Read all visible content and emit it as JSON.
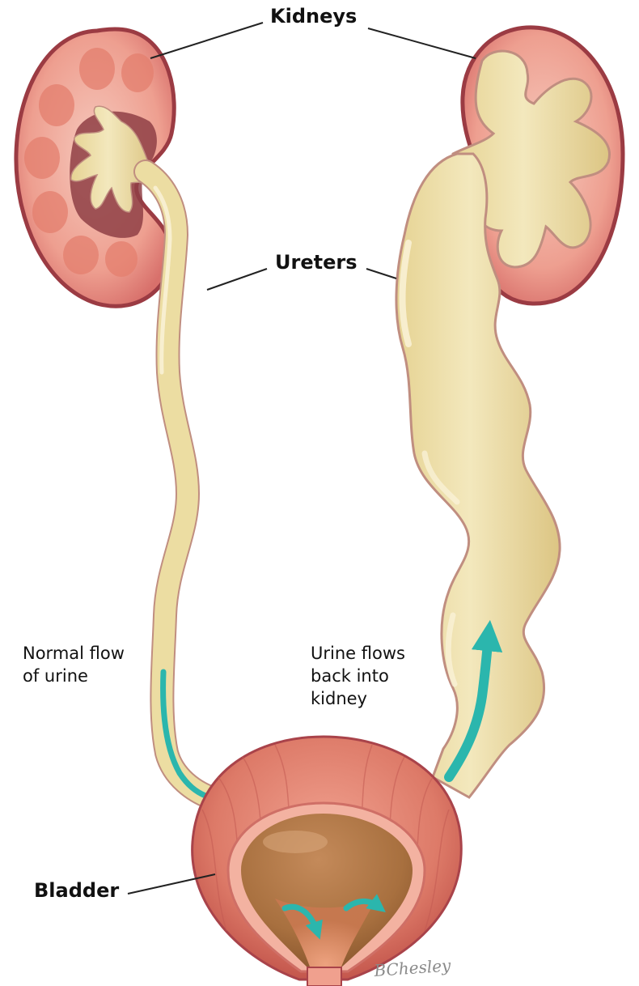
{
  "labels": {
    "kidneys": "Kidneys",
    "ureters": "Ureters",
    "bladder": "Bladder",
    "normal_flow": "Normal flow\nof urine",
    "back_flow": "Urine flows\nback into\nkidney"
  },
  "signature": "BChesley",
  "colors": {
    "kidney_tissue": "#ec9e8f",
    "kidney_outline": "#9b3b43",
    "urine": "#ecdda2",
    "urine_outline": "#c08e80",
    "bladder_wall": "#e07f6e",
    "bladder_inner": "#a8703f",
    "flow_arrow": "#2bb6ad",
    "leader_line": "#222222"
  }
}
